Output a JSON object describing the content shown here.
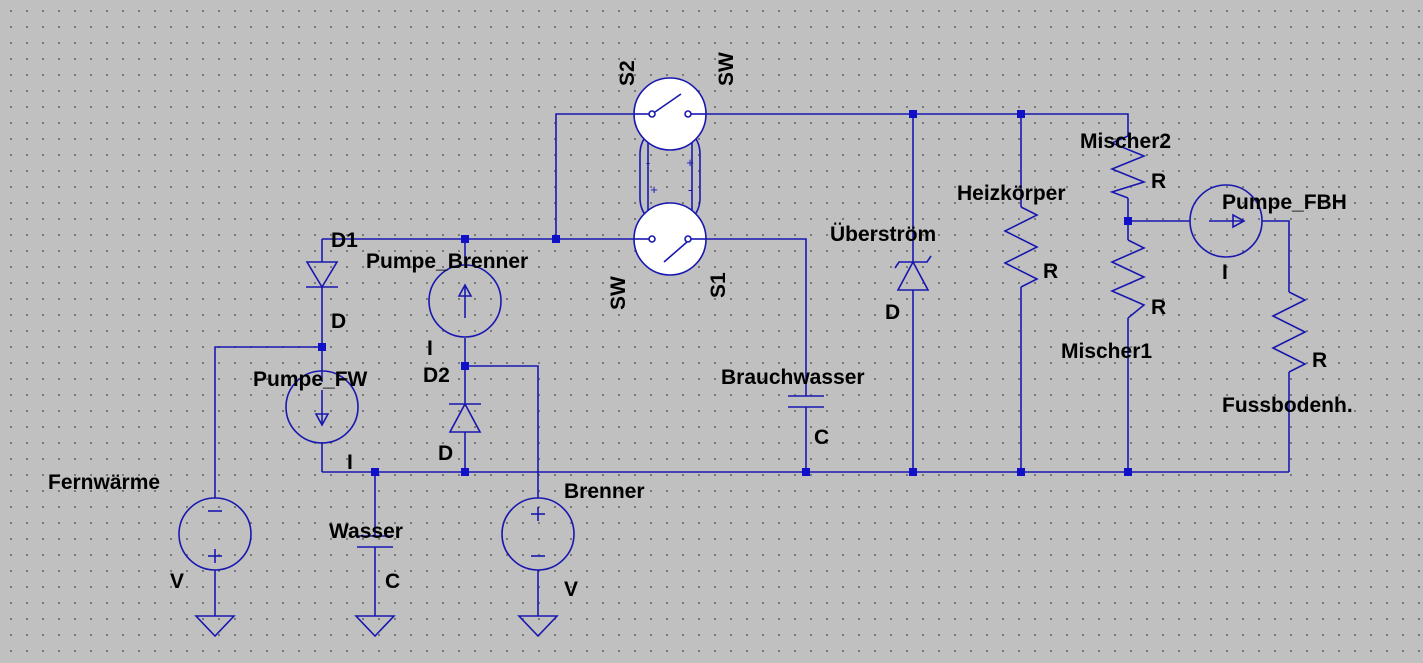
{
  "components": {
    "d1": {
      "name": "D1",
      "type": "D"
    },
    "pumpe_brenner": {
      "name": "Pumpe_Brenner",
      "type": "I"
    },
    "pumpe_fw": {
      "name": "Pumpe_FW",
      "type": "I"
    },
    "d2": {
      "name": "D2",
      "type": "D"
    },
    "fernwaerme": {
      "name": "Fernwärme",
      "type": "V"
    },
    "wasser": {
      "name": "Wasser",
      "type": "C"
    },
    "brenner": {
      "name": "Brenner",
      "type": "V"
    },
    "s2": {
      "name": "S2",
      "type": "SW"
    },
    "s1": {
      "name": "S1",
      "type": "SW"
    },
    "brauchwasser": {
      "name": "Brauchwasser",
      "type": "C"
    },
    "ueberstroem": {
      "name": "Überström",
      "type": "D"
    },
    "heizkoerper": {
      "name": "Heizkörper",
      "type": "R"
    },
    "mischer2": {
      "name": "Mischer2",
      "type": "R"
    },
    "mischer1": {
      "name": "Mischer1",
      "type": "R"
    },
    "pumpe_fbh": {
      "name": "Pumpe_FBH",
      "type": "I"
    },
    "fussbodenh": {
      "name": "Fussbodenh.",
      "type": "R"
    }
  },
  "colors": {
    "wire": "#1818b0",
    "junction": "#1010c8",
    "background": "#c0c0c0",
    "grid_dot": "#6e6e6e",
    "label": "#000000"
  }
}
